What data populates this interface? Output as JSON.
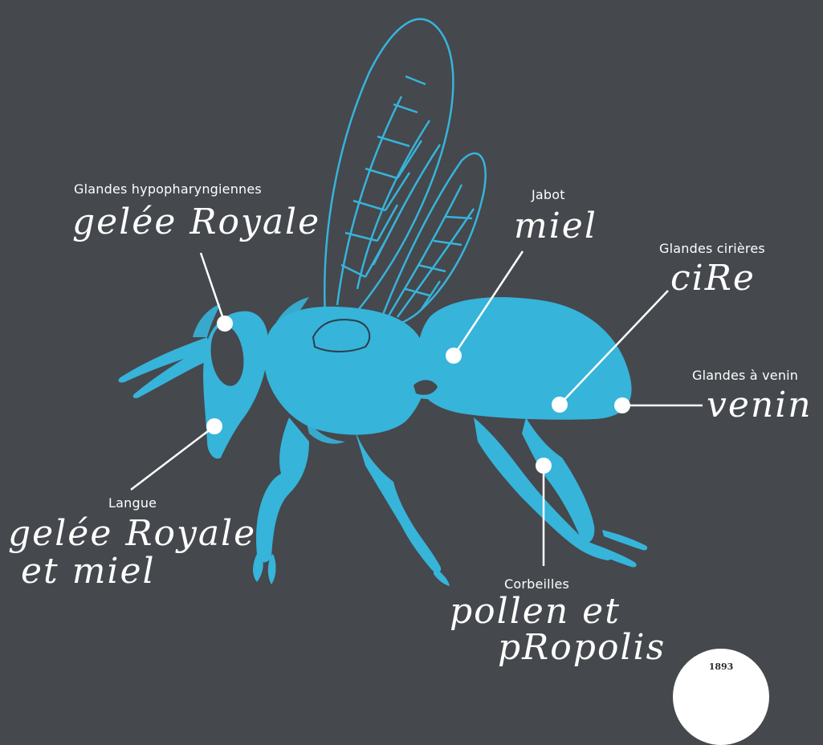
{
  "colors": {
    "background": "#45484d",
    "bee": "#36b4da",
    "bee_outline": "#2aa3ca",
    "wing_stroke": "#36b4da",
    "label": "#ffffff"
  },
  "labels": [
    {
      "id": "hypopharyngeal",
      "gland": "Glandes hypopharyngiennes",
      "product": "gelée Royale"
    },
    {
      "id": "crop",
      "gland": "Jabot",
      "product": "miel"
    },
    {
      "id": "wax",
      "gland": "Glandes cirières",
      "product": "ciRe"
    },
    {
      "id": "venom",
      "gland": "Glandes à venin",
      "product": "venin"
    },
    {
      "id": "tongue",
      "gland": "Langue",
      "product_line1": "gelée Royale",
      "product_line2": "et miel"
    },
    {
      "id": "baskets",
      "gland": "Corbeilles",
      "product_line1": "pollen et",
      "product_line2": "pRopolis"
    }
  ],
  "badge": {
    "year": "1893"
  }
}
